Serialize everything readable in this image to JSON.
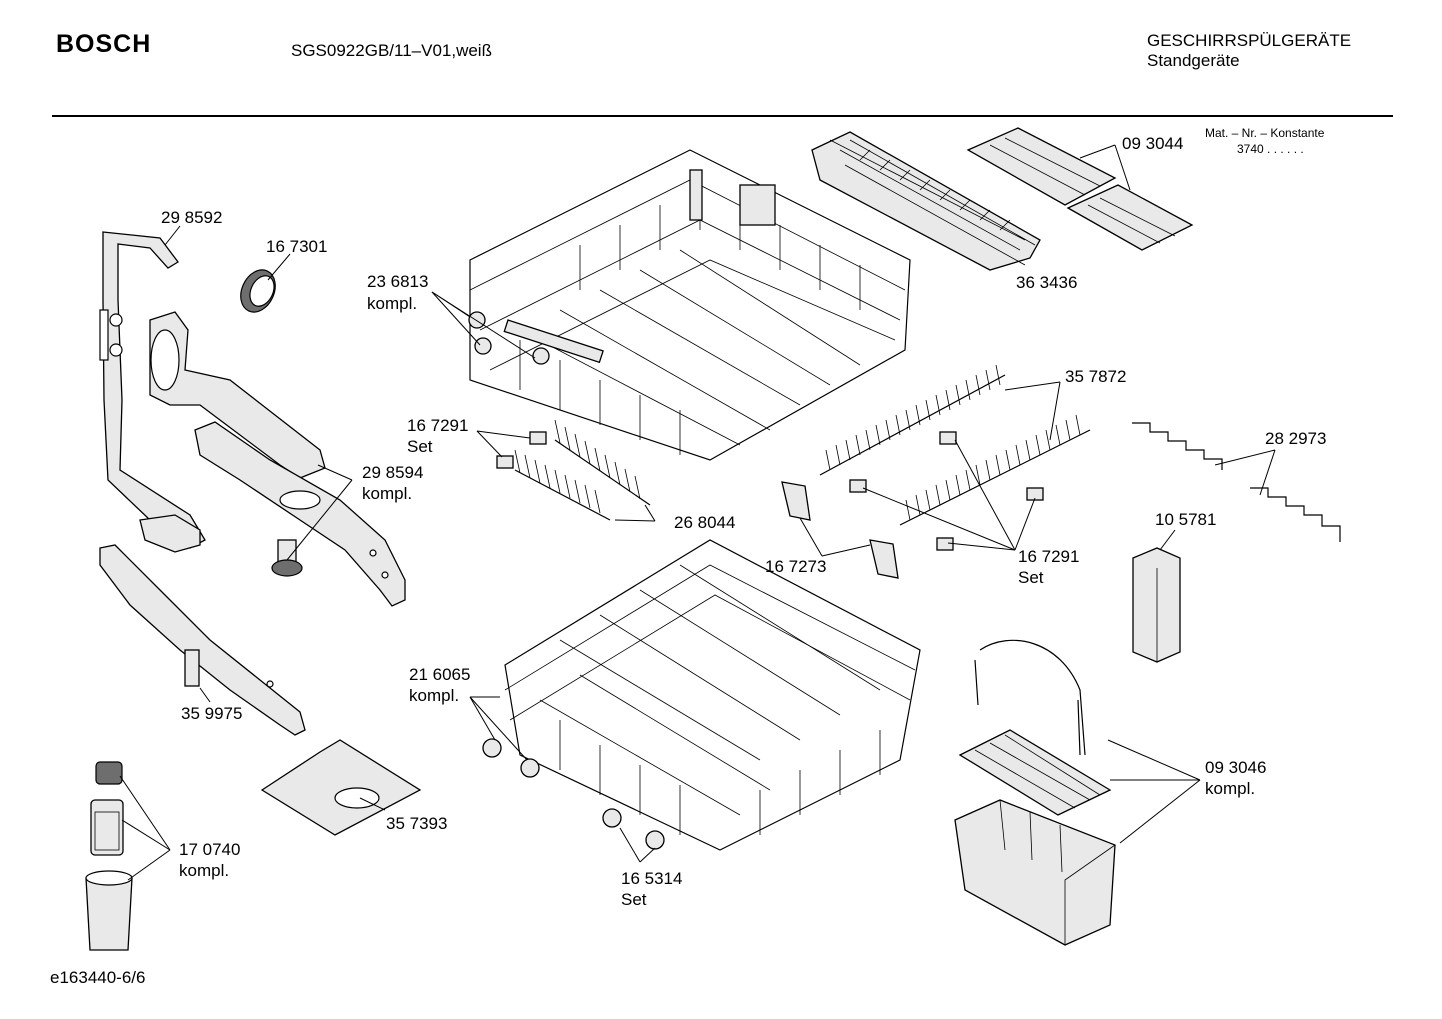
{
  "header": {
    "brand": "BOSCH",
    "model": "SGS0922GB/11–V01,weiß",
    "category": "GESCHIRRSPÜLGERÄTE",
    "subcategory": "Standgeräte",
    "mat_nr_label": "Mat. – Nr. – Konstante",
    "mat_nr_value": "3740  .  .  .  .  .  ."
  },
  "labels": {
    "p_298592": "29 8592",
    "p_167301": "16 7301",
    "p_236813": "23 6813",
    "p_236813_sub": "kompl.",
    "p_298594": "29 8594",
    "p_298594_sub": "kompl.",
    "p_359975": "35 9975",
    "p_357393": "35 7393",
    "p_170740": "17 0740",
    "p_170740_sub": "kompl.",
    "p_167291_a": "16 7291",
    "p_167291_a_sub": "Set",
    "p_268044": "26 8044",
    "p_167273": "16 7273",
    "p_167291_b": "16 7291",
    "p_167291_b_sub": "Set",
    "p_357872": "35 7872",
    "p_216065": "21 6065",
    "p_216065_sub": "kompl.",
    "p_165314": "16 5314",
    "p_165314_sub": "Set",
    "p_093044": "09 3044",
    "p_363436": "36 3436",
    "p_282973": "28 2973",
    "p_105781": "10 5781",
    "p_093046": "09 3046",
    "p_093046_sub": "kompl."
  },
  "footer": {
    "drawing_id": "e163440-6/6"
  }
}
